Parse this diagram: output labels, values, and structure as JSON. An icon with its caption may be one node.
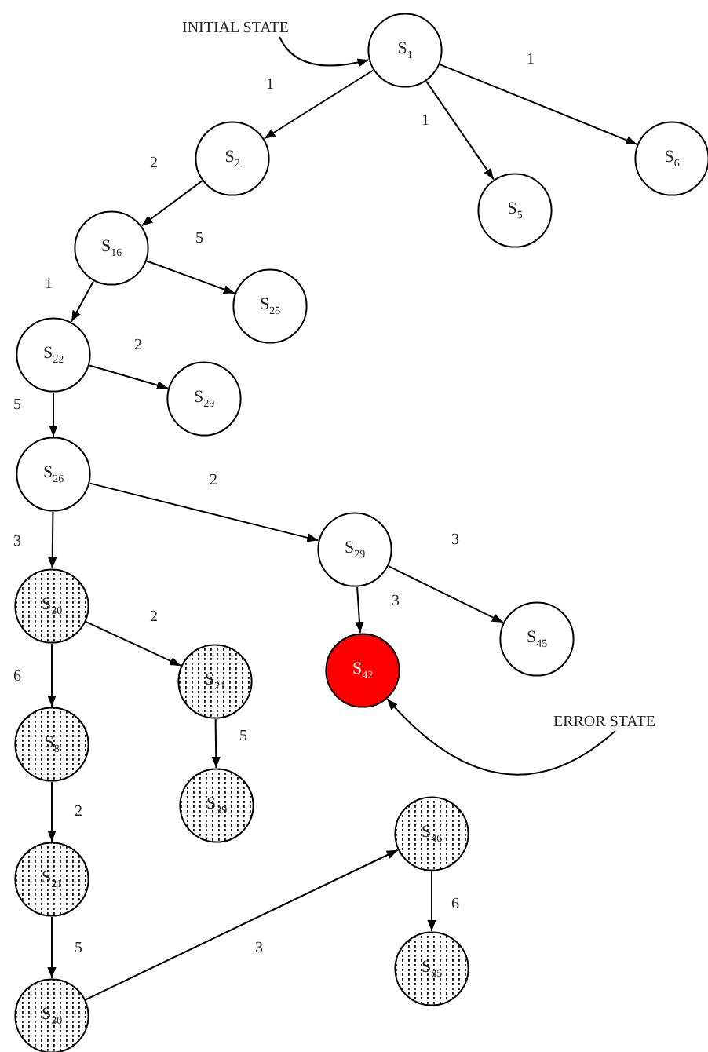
{
  "diagram": {
    "nodes": [
      {
        "text": [
          "S$_{1}$"
        ]
      },
      {
        "text": [
          "S$_{2}$"
        ]
      },
      {
        "text": [
          "S$_{5}$"
        ]
      },
      {
        "text": [
          "S$_{6}$"
        ]
      },
      {
        "text": [
          "S$_{16}$"
        ]
      },
      {
        "text": [
          "S$_{25}$"
        ]
      },
      {
        "text": [
          "S$_{22}$"
        ]
      },
      {
        "text": [
          "S$_{29}$"
        ]
      },
      {
        "text": [
          "S$_{26}$"
        ]
      },
      {
        "text": [
          "S$_{29}$"
        ]
      },
      {
        "text": [
          "S$_{42}$"
        ]
      },
      {
        "text": [
          "S$_{45}$"
        ]
      },
      {
        "text": [
          "S$_{30}$"
        ]
      },
      {
        "text": [
          "S$_{21}$"
        ]
      },
      {
        "text": [
          "S$_{8}$"
        ]
      },
      {
        "text": [
          "S$_{39}$"
        ]
      },
      {
        "text": [
          "S$_{21}$"
        ]
      },
      {
        "text": [
          "S$_{30}$"
        ]
      },
      {
        "text": [
          "S$_{46}$"
        ]
      },
      {
        "text": [
          "S$_{85}$"
        ]
      },
      {
        "text": [
          "INITIAL STATE"
        ]
      },
      {
        "text": [
          "ERROR STATE"
        ]
      }
    ],
    "edges": [
      {
        "from": 0,
        "to": 1,
        "arrow": "to",
        "label": "1"
      },
      {
        "from": 0,
        "to": 2,
        "arrow": "to",
        "label": "1"
      },
      {
        "from": 0,
        "to": 3,
        "arrow": "to",
        "label": "1"
      },
      {
        "from": 1,
        "to": 4,
        "arrow": "to",
        "label": "2"
      },
      {
        "from": 4,
        "to": 5,
        "arrow": "to",
        "label": "5"
      },
      {
        "from": 4,
        "to": 6,
        "arrow": "to",
        "label": "1"
      },
      {
        "from": 6,
        "to": 7,
        "arrow": "to",
        "label": "2"
      },
      {
        "from": 6,
        "to": 8,
        "arrow": "to",
        "label": "5"
      },
      {
        "from": 8,
        "to": 9,
        "arrow": "to",
        "label": "2"
      },
      {
        "from": 8,
        "to": 12,
        "arrow": "to",
        "label": "3"
      },
      {
        "from": 9,
        "to": 10,
        "arrow": "to",
        "label": "3"
      },
      {
        "from": 9,
        "to": 11,
        "arrow": "to",
        "label": "3"
      },
      {
        "from": 12,
        "to": 13,
        "arrow": "to",
        "label": "2"
      },
      {
        "from": 12,
        "to": 14,
        "arrow": "to",
        "label": "6"
      },
      {
        "from": 13,
        "to": 15,
        "arrow": "to",
        "label": "5"
      },
      {
        "from": 14,
        "to": 16,
        "arrow": "to",
        "label": "2"
      },
      {
        "from": 16,
        "to": 17,
        "arrow": "to",
        "label": "5"
      },
      {
        "from": 17,
        "to": 18,
        "arrow": "to",
        "label": "3"
      },
      {
        "from": 18,
        "to": 19,
        "arrow": "to",
        "label": "6"
      },
      {
        "from": 20,
        "to": 0,
        "arrow": "to"
      },
      {
        "from": 21,
        "to": 10,
        "arrow": "to"
      }
    ]
  }
}
